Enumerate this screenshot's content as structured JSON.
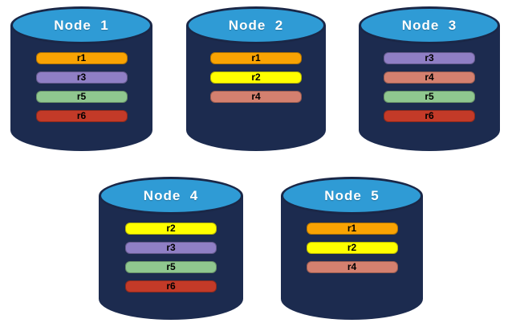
{
  "diagram": {
    "description": "Five database nodes with replicated records r1-r6"
  },
  "colors": {
    "cylinder_body": "#1C2B4F",
    "ellipse_fill": "#2F9BD5",
    "ellipse_border": "#1A2747",
    "title_text": "#FFFFFF",
    "bar_text": "#000000",
    "replica_colors": {
      "r1": "#F9A303",
      "r2": "#FFFF00",
      "r3": "#8F7FC5",
      "r4": "#D4806F",
      "r5": "#8FC78F",
      "r6": "#C33A28"
    }
  },
  "nodes": [
    {
      "label": "Node  1",
      "replicas": [
        "r1",
        "r3",
        "r5",
        "r6"
      ]
    },
    {
      "label": "Node  2",
      "replicas": [
        "r1",
        "r2",
        "r4"
      ]
    },
    {
      "label": "Node  3",
      "replicas": [
        "r3",
        "r4",
        "r5",
        "r6"
      ]
    },
    {
      "label": "Node  4",
      "replicas": [
        "r2",
        "r3",
        "r5",
        "r6"
      ]
    },
    {
      "label": "Node  5",
      "replicas": [
        "r1",
        "r2",
        "r4"
      ]
    }
  ]
}
